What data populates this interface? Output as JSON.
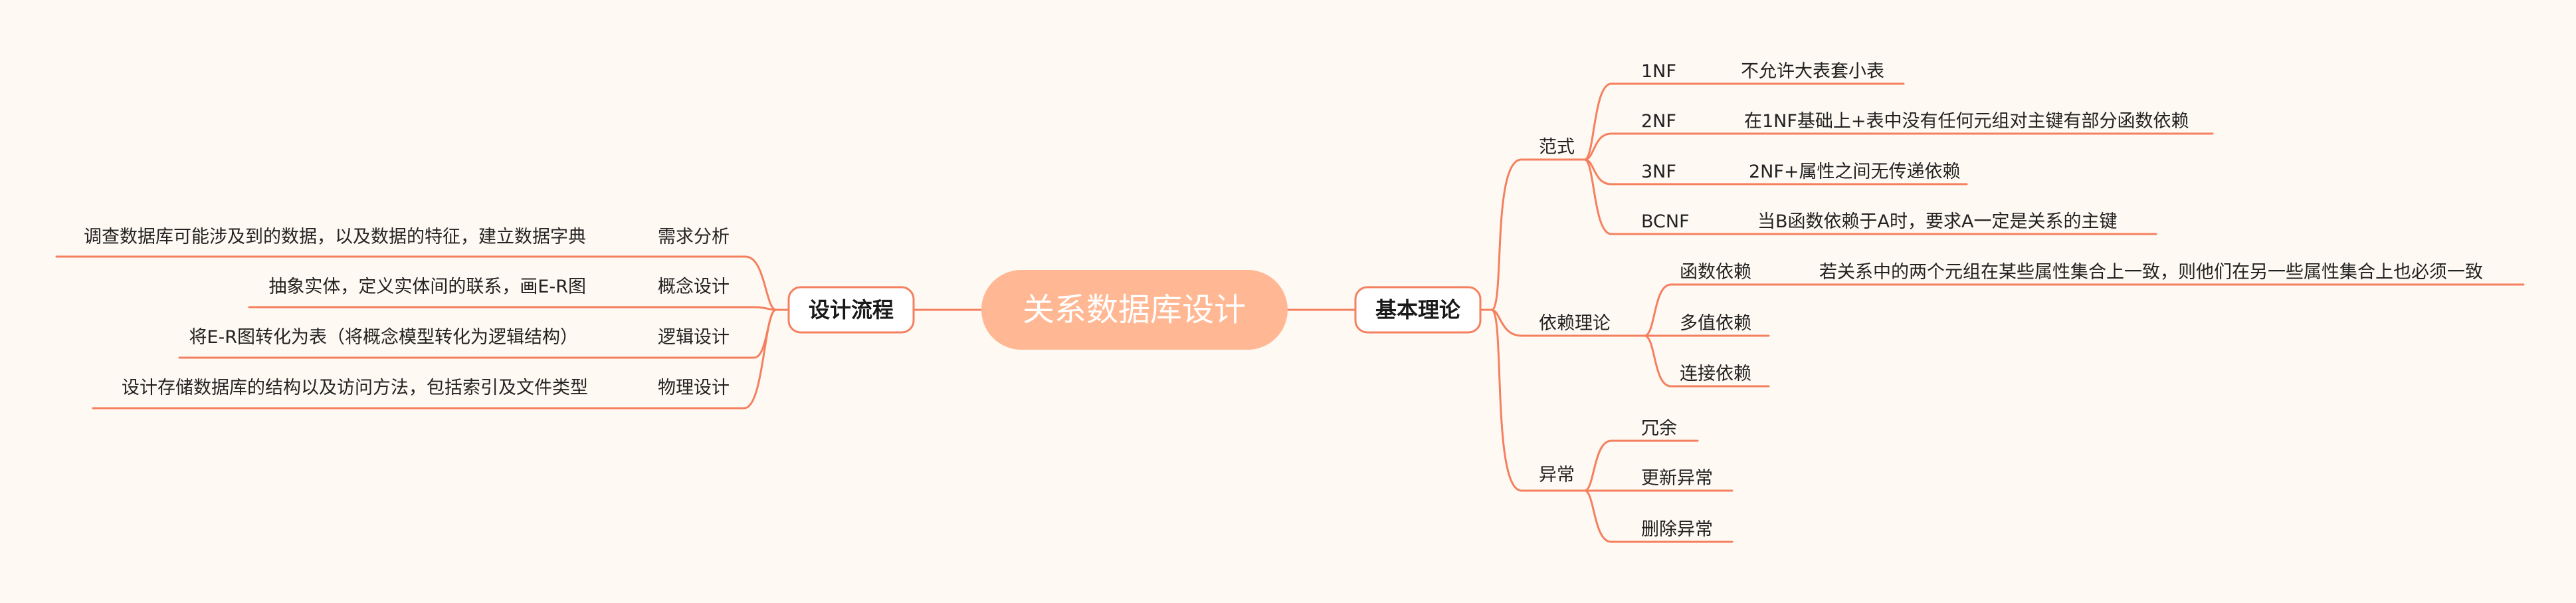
{
  "colors": {
    "background": "#FFF9F3",
    "line": "#F4805F",
    "root_fill": "#FFB893",
    "root_text": "#FFFFFF",
    "main_fill": "#FFFFFF",
    "main_stroke": "#F4805F"
  },
  "root": {
    "label": "关系数据库设计"
  },
  "left": {
    "label": "设计流程",
    "items": [
      {
        "label": "需求分析",
        "detail": "调查数据库可能涉及到的数据，以及数据的特征，建立数据字典"
      },
      {
        "label": "概念设计",
        "detail": "抽象实体，定义实体间的联系，画E-R图"
      },
      {
        "label": "逻辑设计",
        "detail": "将E-R图转化为表（将概念模型转化为逻辑结构）"
      },
      {
        "label": "物理设计",
        "detail": "设计存储数据库的结构以及访问方法，包括索引及文件类型"
      }
    ]
  },
  "right": {
    "label": "基本理论",
    "groups": [
      {
        "label": "范式",
        "items": [
          {
            "label": "1NF",
            "detail": "不允许大表套小表"
          },
          {
            "label": "2NF",
            "detail": "在1NF基础上+表中没有任何元组对主键有部分函数依赖"
          },
          {
            "label": "3NF",
            "detail": "2NF+属性之间无传递依赖"
          },
          {
            "label": "BCNF",
            "detail": "当B函数依赖于A时，要求A一定是关系的主键"
          }
        ]
      },
      {
        "label": "依赖理论",
        "items": [
          {
            "label": "函数依赖",
            "detail": "若关系中的两个元组在某些属性集合上一致，则他们在另一些属性集合上也必须一致"
          },
          {
            "label": "多值依赖"
          },
          {
            "label": "连接依赖"
          }
        ]
      },
      {
        "label": "异常",
        "items": [
          {
            "label": "冗余"
          },
          {
            "label": "更新异常"
          },
          {
            "label": "删除异常"
          }
        ]
      }
    ]
  }
}
